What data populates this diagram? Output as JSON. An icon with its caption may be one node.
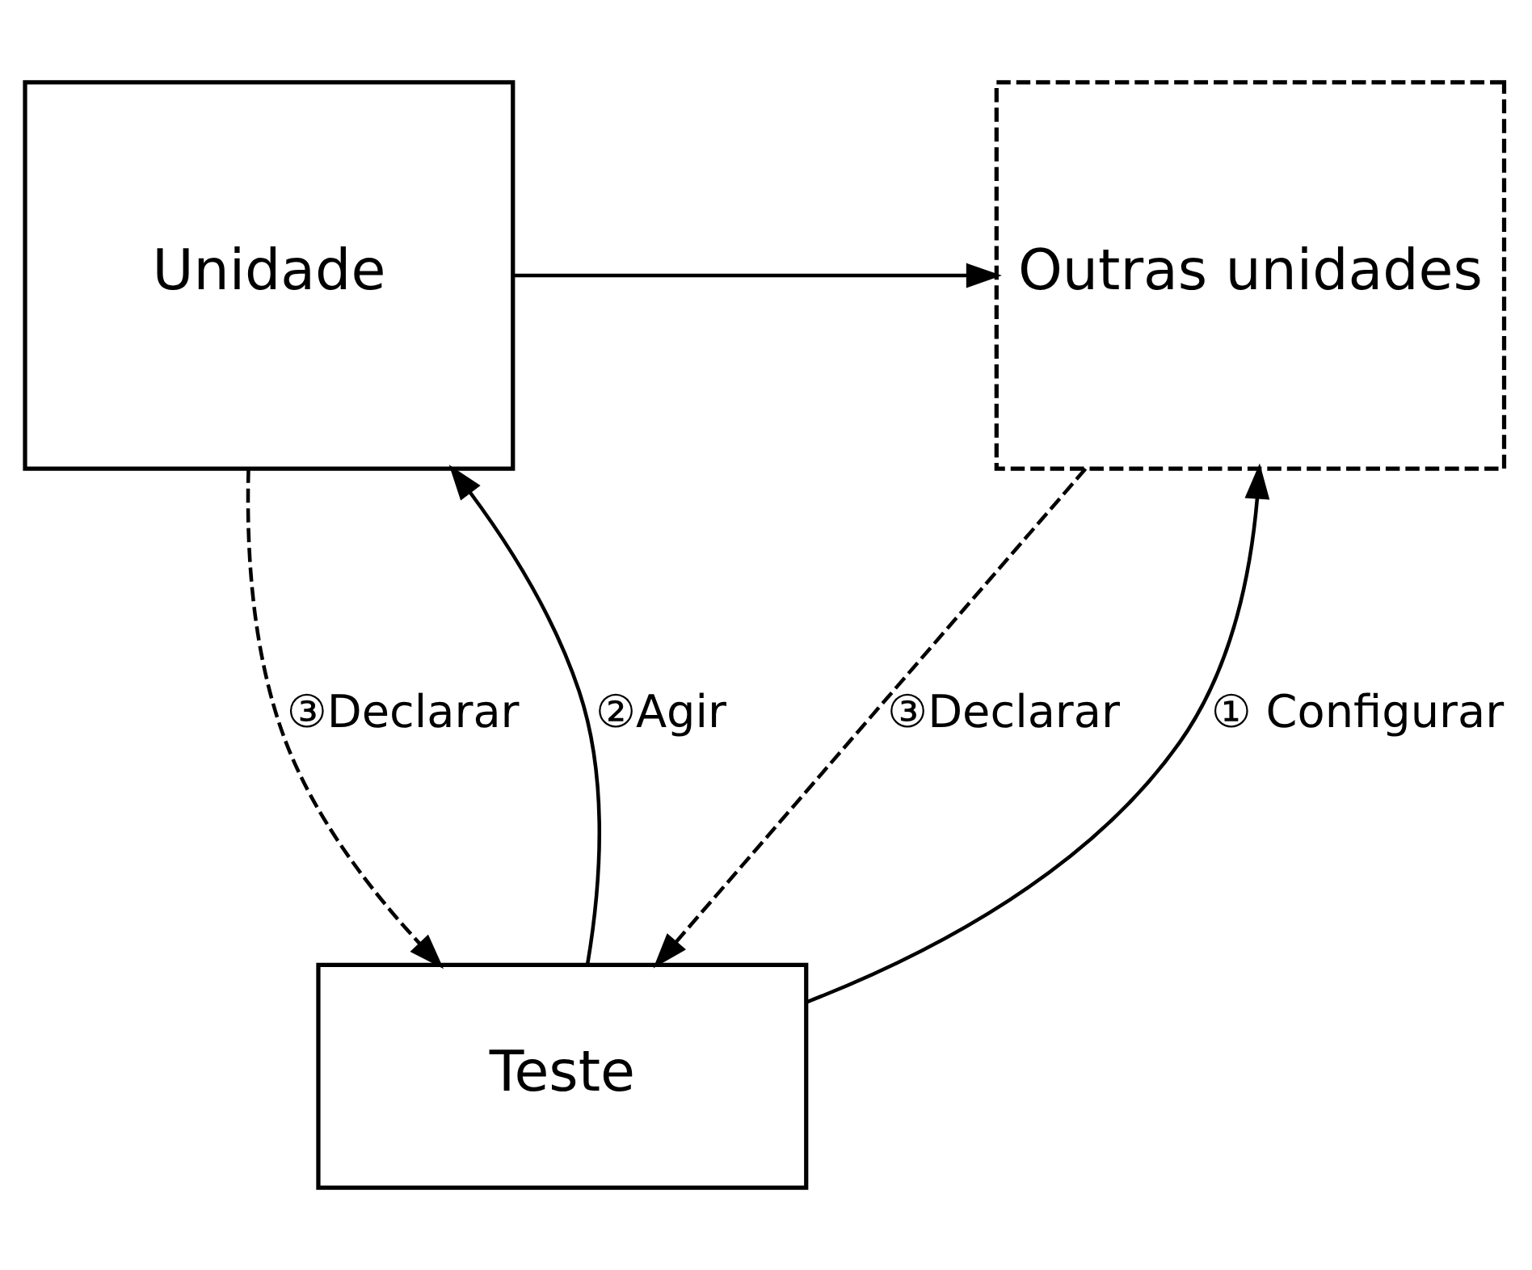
{
  "diagram": {
    "nodes": [
      {
        "text": [
          "Unidade"
        ]
      },
      {
        "text": [
          "Outras unidades"
        ]
      },
      {
        "text": [
          "Teste"
        ]
      }
    ],
    "edges": [
      {
        "from": 2,
        "to": 0,
        "arrow": "to",
        "label": "②Agir"
      },
      {
        "from": 0,
        "to": 1,
        "arrow": "to"
      },
      {
        "from": 0,
        "to": 2,
        "arrow": "to",
        "style": "dashed",
        "label": "③Declarar"
      },
      {
        "from": 1,
        "to": 2,
        "arrow": "to",
        "style": "dashed",
        "label": "③Declarar"
      },
      {
        "from": 2,
        "to": 1,
        "arrow": "to",
        "label": "① Configurar"
      }
    ]
  }
}
